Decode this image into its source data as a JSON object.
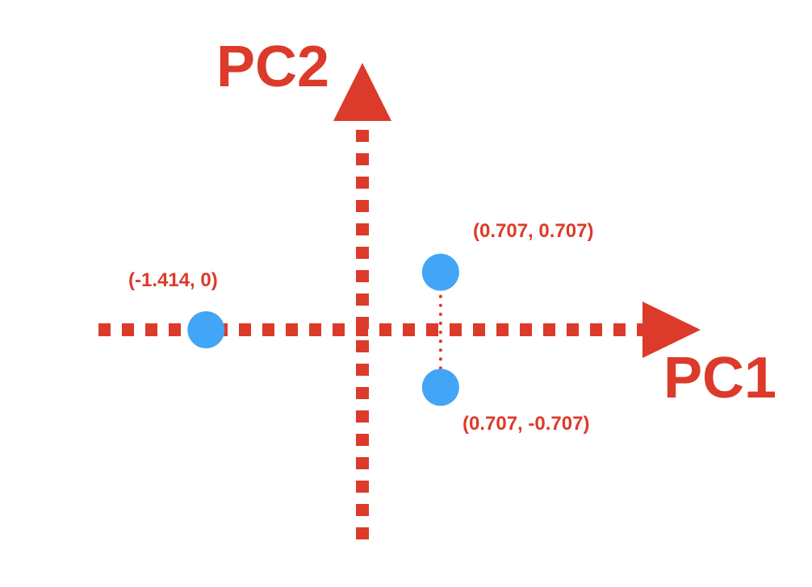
{
  "colors": {
    "axis": "#dc3a2a",
    "point": "#42a5f5",
    "label": "#dc3a2a",
    "background": "#ffffff"
  },
  "axes": {
    "x_label": "PC1",
    "y_label": "PC2"
  },
  "points": [
    {
      "name": "point-a",
      "x": -1.414,
      "y": 0,
      "label": "(-1.414, 0)"
    },
    {
      "name": "point-b",
      "x": 0.707,
      "y": 0.707,
      "label": "(0.707, 0.707)"
    },
    {
      "name": "point-c",
      "x": 0.707,
      "y": -0.707,
      "label": "(0.707, -0.707)"
    }
  ],
  "connector": {
    "from": "point-b",
    "to": "point-c",
    "style": "dotted"
  }
}
